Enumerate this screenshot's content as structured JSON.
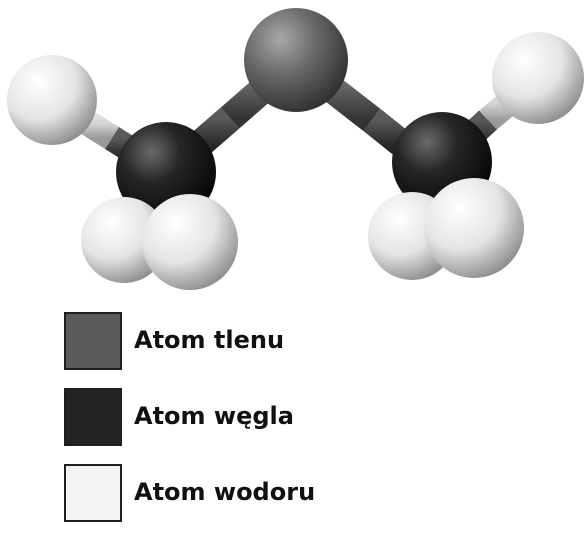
{
  "legend": {
    "items": [
      {
        "label": "Atom tlenu",
        "color": "#5a5a5a",
        "element": "oxygen"
      },
      {
        "label": "Atom węgla",
        "color": "#232323",
        "element": "carbon"
      },
      {
        "label": "Atom wodoru",
        "color": "#f3f3f3",
        "element": "hydrogen"
      }
    ]
  }
}
